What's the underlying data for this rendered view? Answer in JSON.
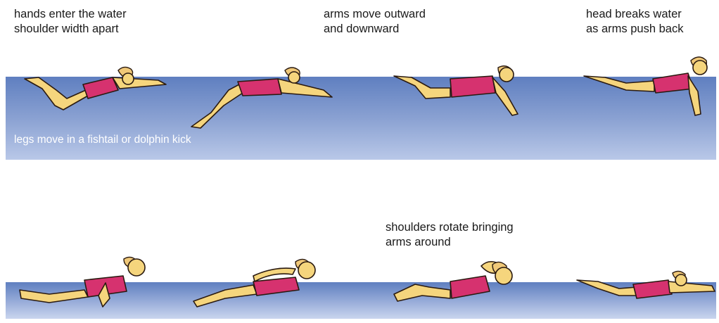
{
  "captions": {
    "hands_enter": [
      "hands enter the water",
      "shoulder width apart"
    ],
    "arms_move": [
      "arms move outward",
      "and downward"
    ],
    "head_breaks": [
      "head breaks water",
      "as arms push back"
    ],
    "legs_kick": "legs move in a fishtail or dolphin kick",
    "shoulders_rotate": [
      "shoulders rotate bringing",
      "arms around"
    ]
  },
  "colors": {
    "water_top": "#5f7fc0",
    "water_bottom": "#b9c8e8",
    "skin": "#f5d57d",
    "swimsuit": "#d6326f"
  }
}
